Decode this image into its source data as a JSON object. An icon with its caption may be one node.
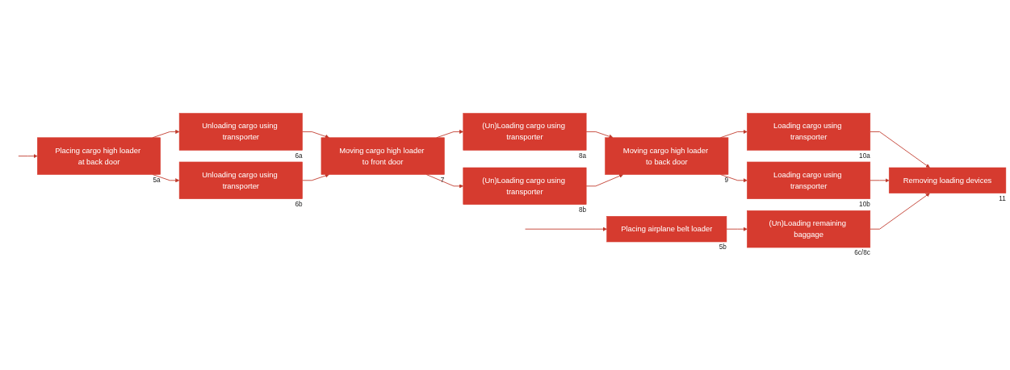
{
  "diagram": {
    "nodes": [
      {
        "text": [
          "Placing cargo high loader at back door"
        ],
        "beside": [
          "5a"
        ]
      },
      {
        "text": [
          "Unloading cargo using transporter"
        ],
        "beside": [
          "6a"
        ]
      },
      {
        "text": [
          "Unloading cargo using transporter"
        ],
        "beside": [
          "6b"
        ]
      },
      {
        "text": [
          "Moving cargo high loader to front door"
        ],
        "beside": [
          "7"
        ]
      },
      {
        "text": [
          "(Un)Loading cargo using transporter"
        ],
        "beside": [
          "8a"
        ]
      },
      {
        "text": [
          "(Un)Loading cargo using transporter"
        ],
        "beside": [
          "8b"
        ]
      },
      {
        "text": [
          "Moving cargo high loader to back door"
        ],
        "beside": [
          "9"
        ]
      },
      {
        "text": [
          "Loading cargo using transporter"
        ],
        "beside": [
          "10a"
        ]
      },
      {
        "text": [
          "Loading cargo using transporter"
        ],
        "beside": [
          "10b"
        ]
      },
      {
        "text": [
          "Removing loading devices"
        ],
        "beside": [
          "11"
        ]
      },
      {
        "text": [
          "Placing airplane belt loader"
        ],
        "beside": [
          "5b"
        ]
      },
      {
        "text": [
          "(Un)Loading remaining baggage"
        ],
        "beside": [
          "6c/8c"
        ]
      }
    ],
    "edges": [
      {
        "from": null,
        "to": 0,
        "arrow": "to"
      },
      {
        "from": null,
        "to": 10,
        "arrow": "to"
      },
      {
        "from": 0,
        "to": 1,
        "arrow": "to"
      },
      {
        "from": 0,
        "to": 2,
        "arrow": "to"
      },
      {
        "from": 1,
        "to": 3,
        "arrow": "to"
      },
      {
        "from": 2,
        "to": 3,
        "arrow": "to"
      },
      {
        "from": 3,
        "to": 4,
        "arrow": "to"
      },
      {
        "from": 3,
        "to": 5,
        "arrow": "to"
      },
      {
        "from": 4,
        "to": 6,
        "arrow": "to"
      },
      {
        "from": 5,
        "to": 6,
        "arrow": "to"
      },
      {
        "from": 6,
        "to": 7,
        "arrow": "to"
      },
      {
        "from": 6,
        "to": 8,
        "arrow": "to"
      },
      {
        "from": 7,
        "to": 9,
        "arrow": "to"
      },
      {
        "from": 8,
        "to": 9,
        "arrow": "to"
      },
      {
        "from": 10,
        "to": 11,
        "arrow": "to"
      },
      {
        "from": 11,
        "to": 9,
        "arrow": "to"
      }
    ]
  }
}
